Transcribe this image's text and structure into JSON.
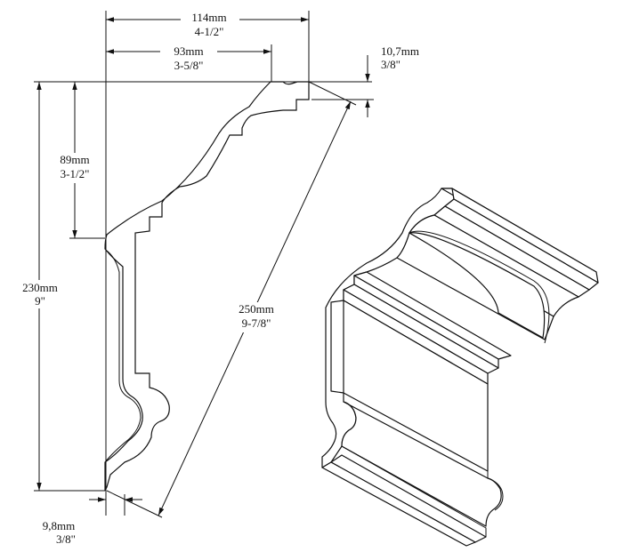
{
  "dimensions": {
    "width_total": {
      "metric": "114mm",
      "imperial": "4-1/2\""
    },
    "width_front": {
      "metric": "93mm",
      "imperial": "3-5/8\""
    },
    "top_step": {
      "metric": "10,7mm",
      "imperial": "3/8\""
    },
    "upper_height": {
      "metric": "89mm",
      "imperial": "3-1/2\""
    },
    "total_height": {
      "metric": "230mm",
      "imperial": "9\""
    },
    "diagonal": {
      "metric": "250mm",
      "imperial": "9-7/8\""
    },
    "bottom_step": {
      "metric": "9,8mm",
      "imperial": "3/8\""
    }
  },
  "colors": {
    "line": "#111111",
    "background": "#ffffff"
  }
}
